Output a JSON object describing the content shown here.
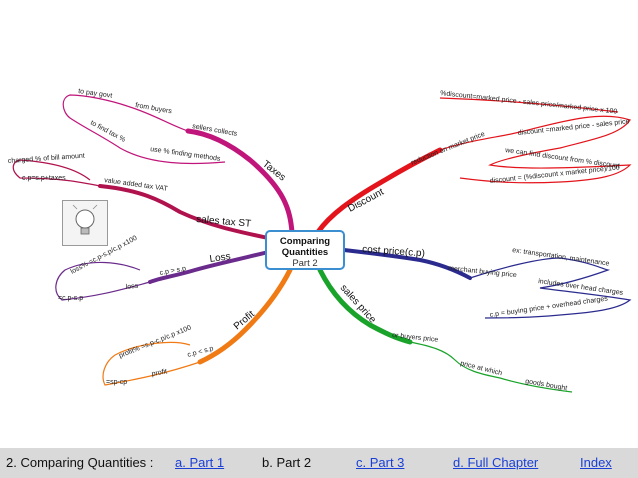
{
  "center": {
    "title_line1": "Comparing",
    "title_line2": "Quantities",
    "subtitle": "Part 2"
  },
  "branches": {
    "taxes": "Taxes",
    "discount": "Discount",
    "sales_tax": "sales tax ST",
    "loss": "Loss",
    "cost_price": "cost price(c.p)",
    "profit": "Profit",
    "sales_price": "sales price"
  },
  "leaves": {
    "to_pay_govt": "to pay govt",
    "from_buyers": "from buyers",
    "sellers_collects": "sellers collects",
    "to_find_tax": "to find tax %",
    "use_finding": "use % finding methods",
    "charged_pct": "charged % of bill amount",
    "cp_taxes": "c.p=s.p+taxes",
    "value_added": "value added tax VAT",
    "loss_pct": "loss% =c.p-s.p/c.p x100",
    "cp_gt_sp": "c.p > s.p",
    "loss": "loss",
    "loss_eq": "=c.p-s.p",
    "pct_discount": "%discount=marked price - sales price/marked price x 100",
    "discount_eq": "discount =marked price - sales price",
    "reduction": "reduction on market price",
    "find_discount": "we can find discount from % discount",
    "discount_formula": "discount = (%discount x market price)/100",
    "ex_transport": "ex: transportation, maintenance",
    "merchant": "merchant buying price",
    "includes_overhead": "includes over head charges",
    "cp_buying": "c.p = buying price + overhead charges",
    "profit_pct": "profit% =s.p-c.p/c.p x100",
    "cp_lt_sp": "c.p < s.p",
    "profit": "profit",
    "sp_cp": "=sp-cp",
    "or_buyers": "or buyers price",
    "price_at_which": "price at which",
    "goods_bought": "goods bought"
  },
  "footer": {
    "prefix": "2. Comparing Quantities :",
    "part1": "a. Part 1",
    "part2": "b. Part 2",
    "part3": "c. Part 3",
    "full": "d. Full Chapter",
    "index": "Index"
  },
  "colors": {
    "taxes": "#c0157a",
    "sales_tax": "#b0124e",
    "loss": "#6b2b8c",
    "discount": "#e3141b",
    "cost_price": "#2b2b8f",
    "profit": "#f07a14",
    "sales_price": "#1aa32a",
    "center_border": "#3b8fd0"
  }
}
